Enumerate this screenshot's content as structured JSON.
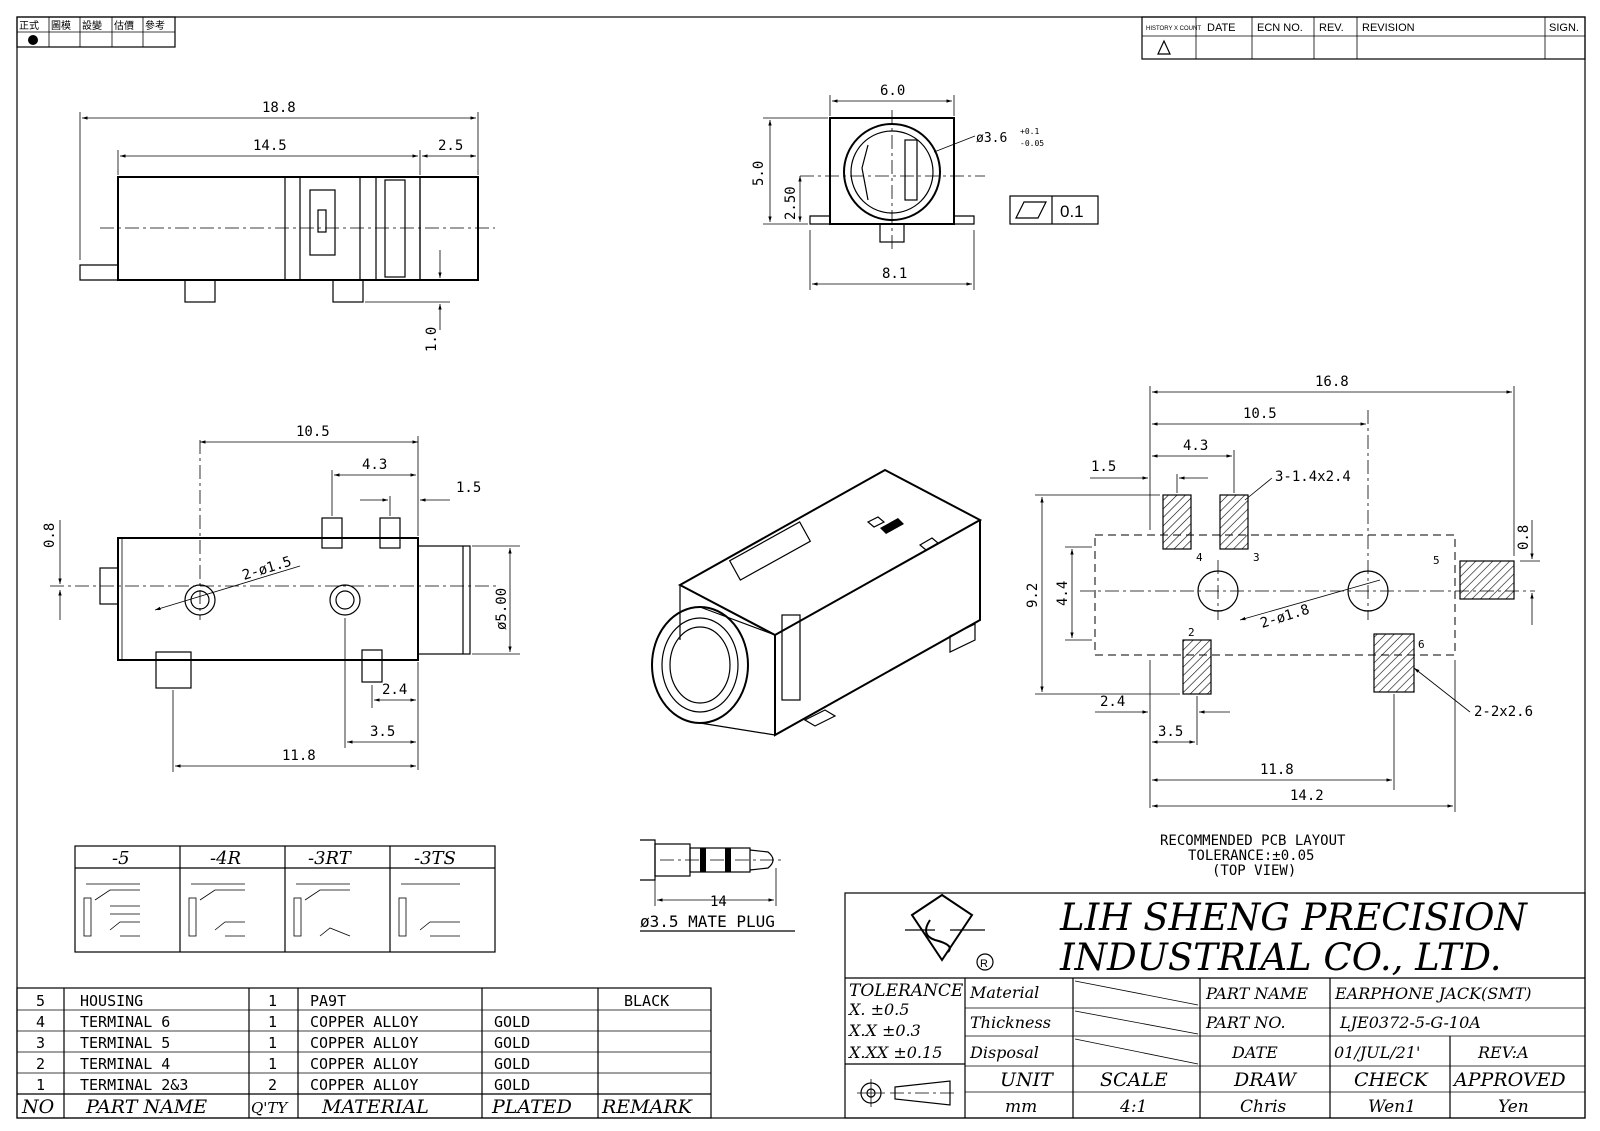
{
  "corner_box": {
    "cells": [
      "正式",
      "圖模",
      "設變",
      "估價",
      "參考"
    ]
  },
  "revision_table": {
    "headers": [
      "HISTORY X COUNT",
      "DATE",
      "ECN NO.",
      "REV.",
      "REVISION",
      "SIGN."
    ]
  },
  "side_view": {
    "dims": [
      "18.8",
      "14.5",
      "2.5",
      "1.0"
    ]
  },
  "front_view": {
    "dims": [
      "6.0",
      "5.0",
      "2.50",
      "8.1"
    ],
    "hole_label": "ø3.6",
    "hole_tol_upper": "+0.1",
    "hole_tol_lower": "-0.05",
    "flatness_value": "0.1"
  },
  "bottom_view": {
    "dims": [
      "10.5",
      "4.3",
      "1.5",
      "0.8",
      "2-ø1.5",
      "ø5.00",
      "2.4",
      "3.5",
      "11.8"
    ]
  },
  "pcb_layout": {
    "dims": [
      "16.8",
      "10.5",
      "4.3",
      "1.5",
      "3-1.4x2.4",
      "0.8",
      "9.2",
      "4.4",
      "2-ø1.8",
      "2-2x2.6",
      "2.4",
      "3.5",
      "11.8",
      "14.2"
    ],
    "pad_numbers": [
      "4",
      "3",
      "5",
      "2",
      "6"
    ],
    "caption": [
      "RECOMMENDED PCB LAYOUT",
      "TOLERANCE:±0.05",
      "(TOP VIEW)"
    ]
  },
  "variants": {
    "headers": [
      "-5",
      "-4R",
      "-3RT",
      "-3TS"
    ]
  },
  "mate_plug": {
    "dim": "14",
    "label": "ø3.5 MATE PLUG"
  },
  "bom": {
    "rows": [
      {
        "no": "5",
        "name": "HOUSING",
        "qty": "1",
        "material": "PA9T",
        "plated": "",
        "remark": "BLACK"
      },
      {
        "no": "4",
        "name": "TERMINAL 6",
        "qty": "1",
        "material": "COPPER ALLOY",
        "plated": "GOLD",
        "remark": ""
      },
      {
        "no": "3",
        "name": "TERMINAL 5",
        "qty": "1",
        "material": "COPPER ALLOY",
        "plated": "GOLD",
        "remark": ""
      },
      {
        "no": "2",
        "name": "TERMINAL 4",
        "qty": "1",
        "material": "COPPER ALLOY",
        "plated": "GOLD",
        "remark": ""
      },
      {
        "no": "1",
        "name": "TERMINAL 2&3",
        "qty": "2",
        "material": "COPPER ALLOY",
        "plated": "GOLD",
        "remark": ""
      }
    ],
    "headers": [
      "NO",
      "PART NAME",
      "Q'TY",
      "MATERIAL",
      "PLATED",
      "REMARK"
    ]
  },
  "title_block": {
    "company_line1": "LIH SHENG PRECISION",
    "company_line2": "INDUSTRIAL CO., LTD.",
    "tolerance_title": "TOLERANCE",
    "tol_x": "X.   ±0.5",
    "tol_xx": "X.X   ±0.3",
    "tol_xxx": "X.XX ±0.15",
    "material_label": "Material",
    "thickness_label": "Thickness",
    "disposal_label": "Disposal",
    "part_name_label": "PART NAME",
    "part_name_value": "EARPHONE JACK(SMT)",
    "part_no_label": "PART NO.",
    "part_no_value": "LJE0372-5-G-10A",
    "date_label": "DATE",
    "date_value": "01/JUL/21'",
    "rev_value": "REV:A",
    "unit_label": "UNIT",
    "unit_value": "mm",
    "scale_label": "SCALE",
    "scale_value": "4:1",
    "draw_label": "DRAW",
    "draw_value": "Chris",
    "check_label": "CHECK",
    "check_value": "Wen1",
    "approved_label": "APPROVED",
    "approved_value": "Yen"
  }
}
